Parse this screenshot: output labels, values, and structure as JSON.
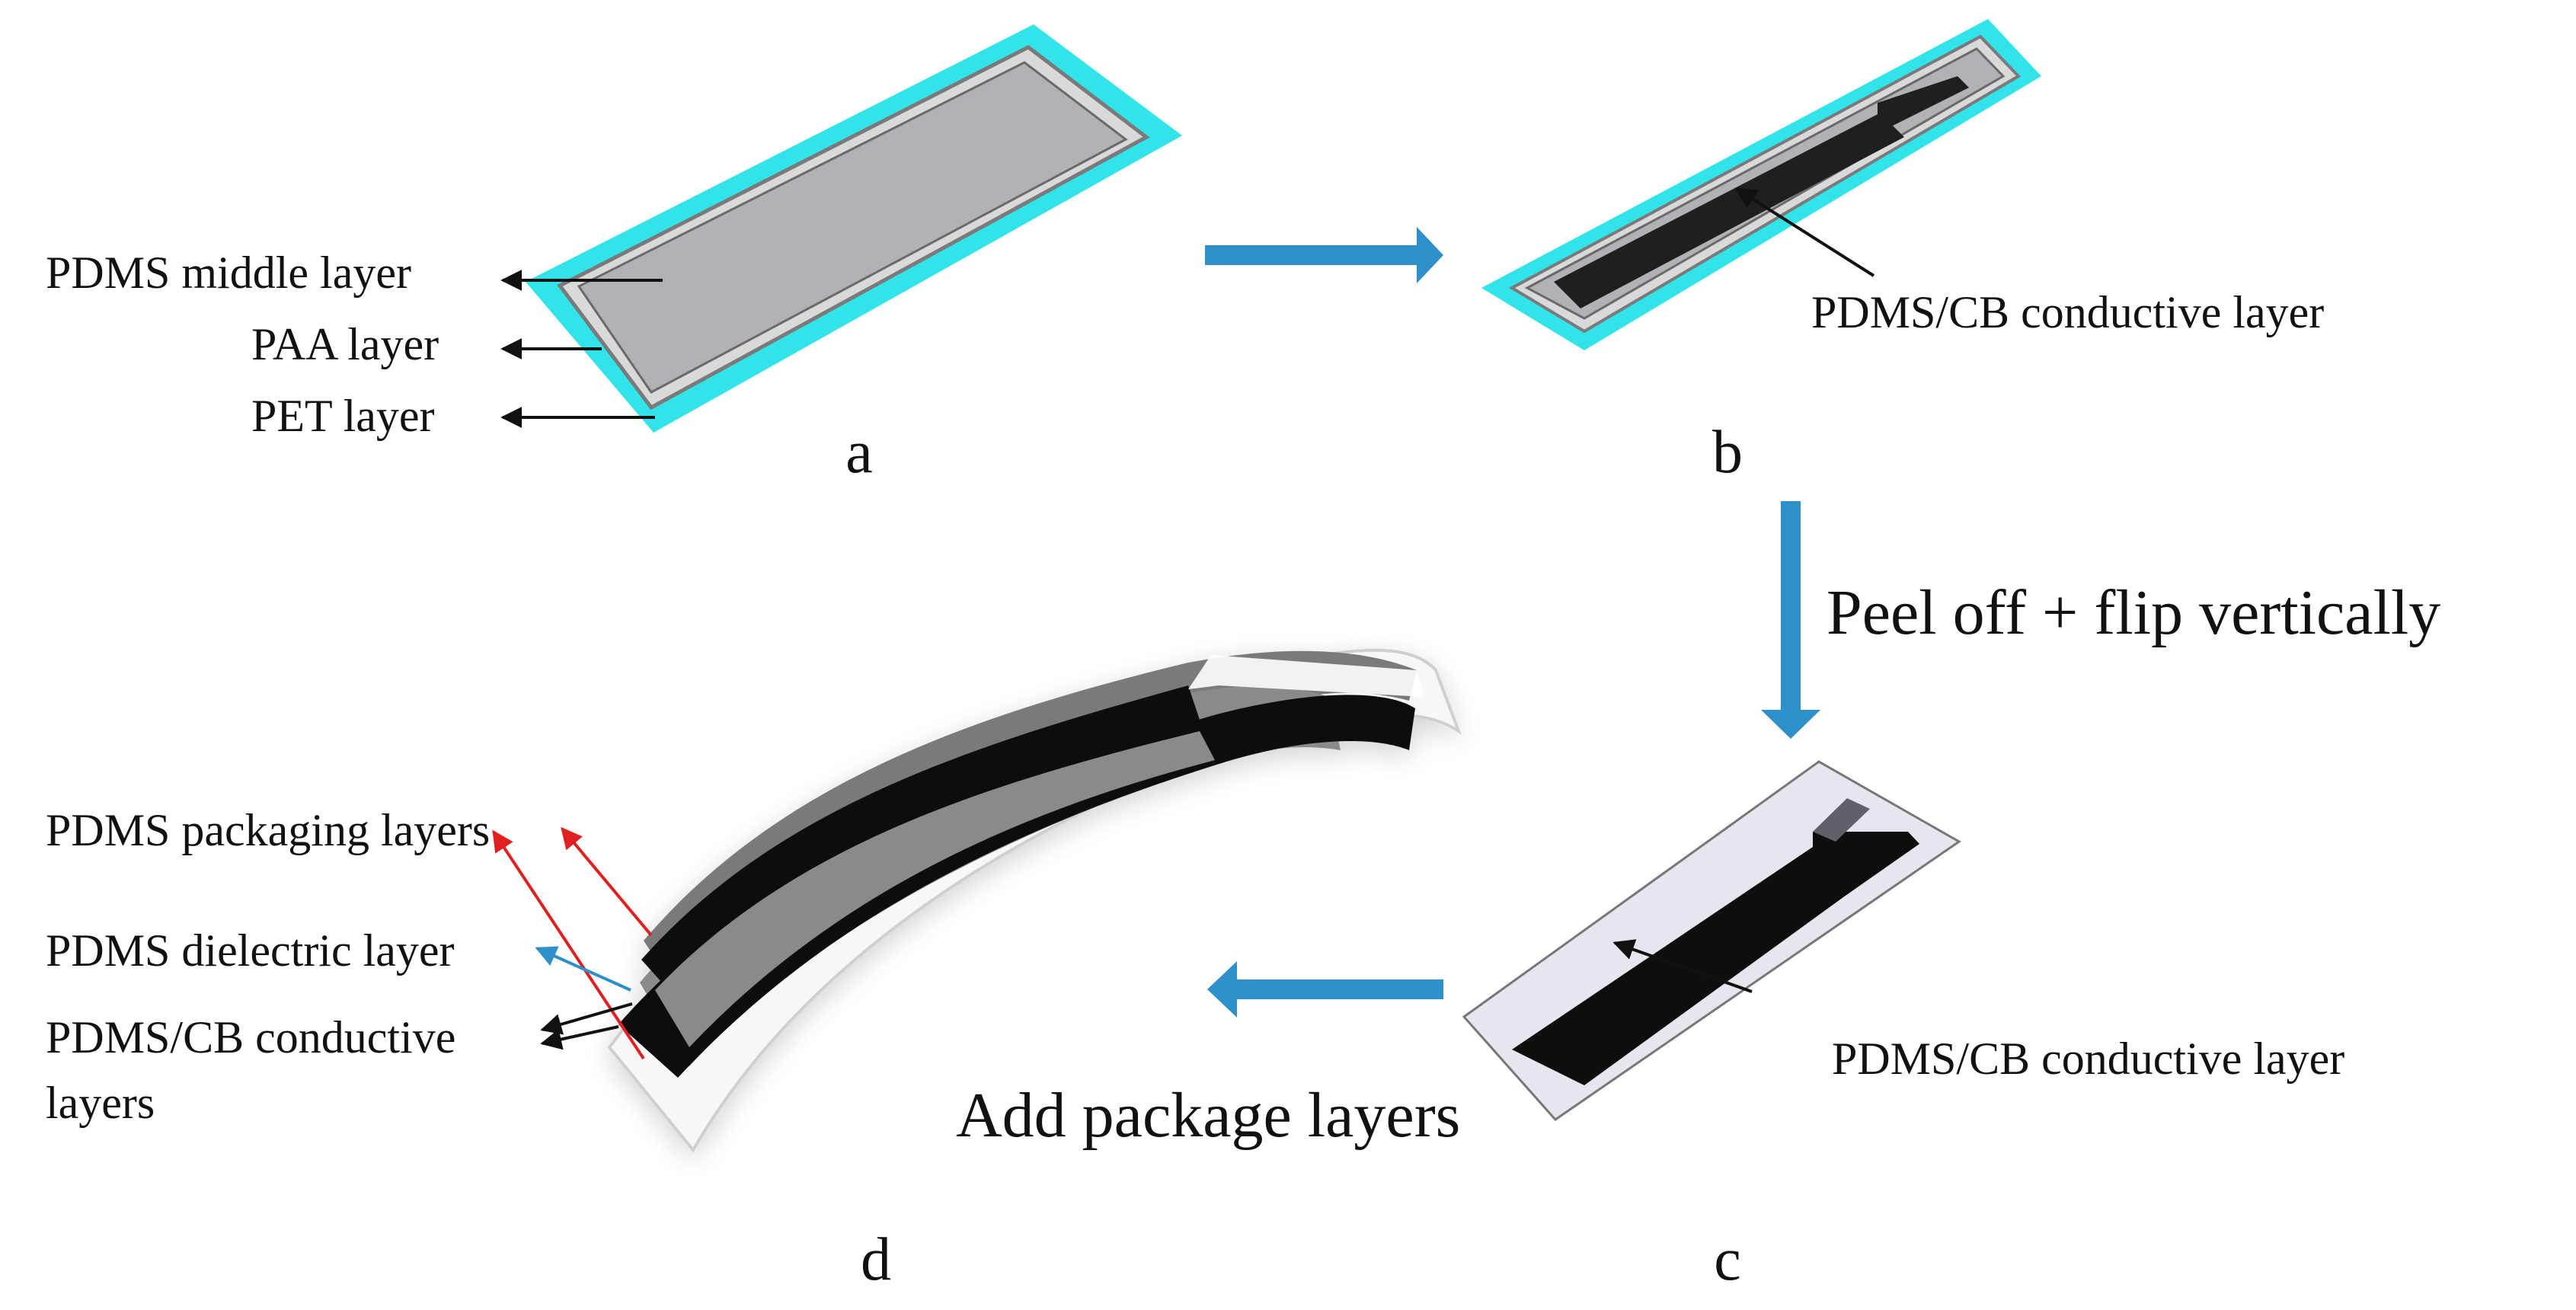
{
  "panels": {
    "a": {
      "letter": "a",
      "labels": {
        "middle": "PDMS middle layer",
        "paa": "PAA layer",
        "pet": "PET layer"
      }
    },
    "b": {
      "letter": "b",
      "label": "PDMS/CB conductive layer"
    },
    "c": {
      "letter": "c",
      "label": "PDMS/CB conductive layer"
    },
    "d": {
      "letter": "d",
      "labels": {
        "packaging": "PDMS packaging layers",
        "dielectric": "PDMS dielectric  layer",
        "conductive_line1": "PDMS/CB conductive",
        "conductive_line2": "layers"
      }
    }
  },
  "steps": {
    "b_to_c": "Peel off + flip vertically",
    "c_to_d": "Add package layers"
  },
  "colors": {
    "pet": "#33e3ea",
    "paa_outline": "#7a7a7a",
    "pdms_gray": "#b2b2b6",
    "cb_black": "#1f1f1f",
    "flow_arrow": "#2f8fcb",
    "annot_red": "#e02020",
    "annot_blue": "#2f8fcb"
  }
}
